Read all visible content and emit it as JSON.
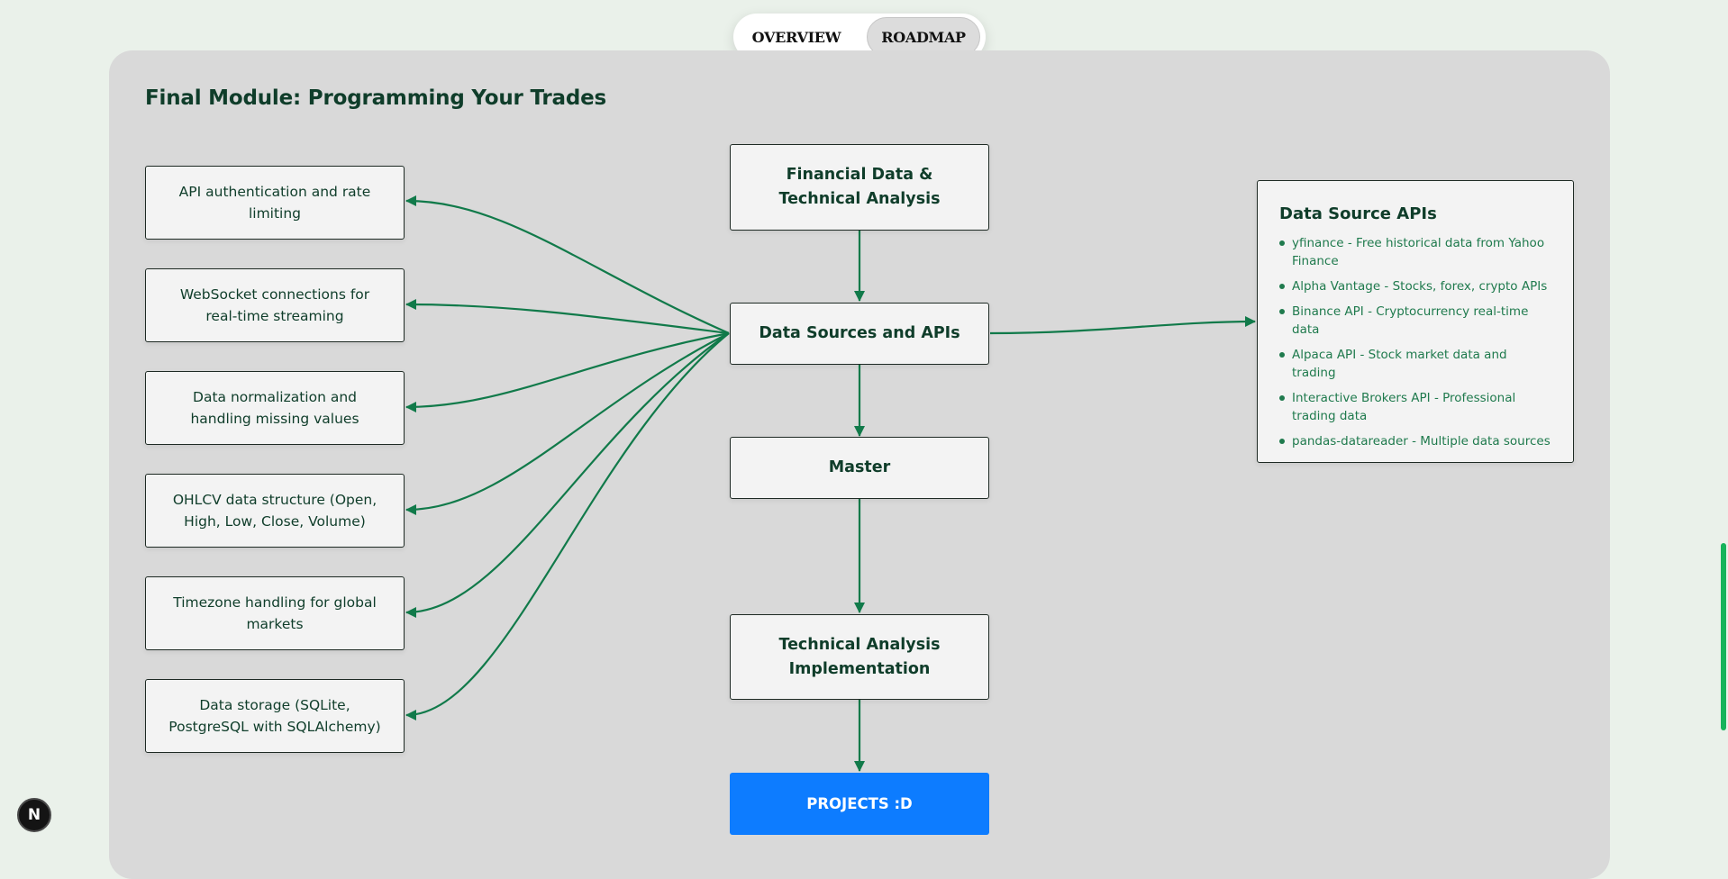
{
  "nav": {
    "tabs": [
      {
        "label": "OVERVIEW",
        "active": false
      },
      {
        "label": "ROADMAP",
        "active": true
      }
    ]
  },
  "module": {
    "title": "Final Module: Programming Your Trades"
  },
  "left_topics": [
    "API authentication and rate limiting",
    "WebSocket connections for real-time streaming",
    "Data normalization and handling missing values",
    "OHLCV data structure (Open, High, Low, Close, Volume)",
    "Timezone handling for global markets",
    "Data storage (SQLite, PostgreSQL with SQLAlchemy)"
  ],
  "flow": {
    "financial": "Financial Data & Technical Analysis",
    "data_sources": "Data Sources and APIs",
    "master": "Master",
    "technical": "Technical Analysis Implementation",
    "projects": "PROJECTS :D"
  },
  "api_panel": {
    "title": "Data Source APIs",
    "items": [
      "yfinance - Free historical data from Yahoo Finance",
      "Alpha Vantage - Stocks, forex, crypto APIs",
      "Binance API - Cryptocurrency real-time data",
      "Alpaca API - Stock market data and trading",
      "Interactive Brokers API - Professional trading data",
      "pandas-datareader - Multiple data sources"
    ]
  },
  "badge": {
    "letter": "N"
  },
  "colors": {
    "page_bg": "#eaf1ea",
    "panel_bg": "#d9d9d9",
    "arrow": "#117a4a",
    "accent_text": "#1f7a4d",
    "projects_bg": "#0d7cff",
    "scroll_thumb": "#16b35b"
  }
}
